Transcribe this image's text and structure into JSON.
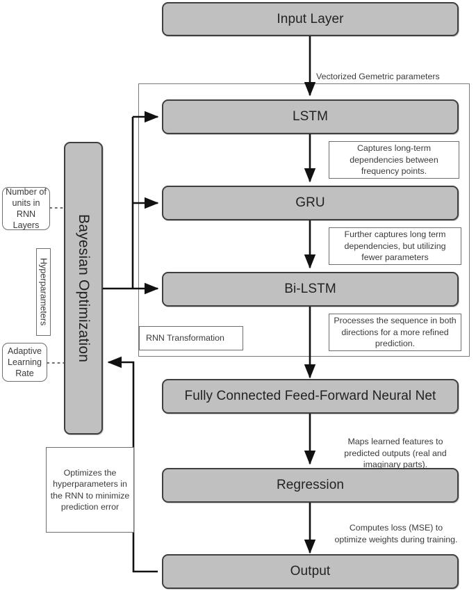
{
  "diagram": {
    "title_nodes": {
      "input": "Input Layer",
      "lstm": "LSTM",
      "gru": "GRU",
      "bilstm": "Bi-LSTM",
      "fcnn": "Fully Connected Feed-Forward Neural Net",
      "regression": "Regression",
      "output": "Output",
      "bayesian": "Bayesian Optimization"
    },
    "edge_labels": {
      "input_to_lstm": "Vectorized Gemetric parameters",
      "fcnn_to_regression": "Maps learned features to predicted outputs (real and imaginary parts).",
      "regression_to_output": "Computes loss (MSE) to optimize weights during training."
    },
    "annotations": {
      "lstm_note": "Captures long-term dependencies between frequency points.",
      "gru_note": "Further captures long term dependencies, but utilizing fewer parameters",
      "bilstm_note": "Processes the sequence in both directions for a more refined prediction.",
      "bayes_note": "Optimizes the hyperparameters in the RNN to minimize prediction error",
      "container_label": "RNN Transformation"
    },
    "hyperparameters": {
      "group_label": "Hyperparameters",
      "items": [
        "Number of units in RNN Layers",
        "Adaptive Learning Rate"
      ]
    },
    "colors": {
      "node_fill": "#c0c0c0",
      "node_stroke": "#3f3f3f",
      "annotation_stroke": "#6d6d6d",
      "frame_stroke": "#7a7a7a",
      "wire": "#111111",
      "text": "#222222",
      "background": "#ffffff"
    }
  }
}
